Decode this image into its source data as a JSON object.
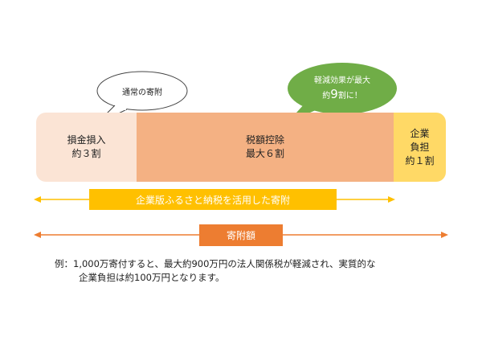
{
  "diagram": {
    "bubble_left": {
      "text": "通常の寄附"
    },
    "bubble_right": {
      "line1": "軽減効果が最大",
      "line2_pre": "約",
      "line2_big": "9",
      "line2_post": "割に！"
    },
    "bar_segments": [
      {
        "line1": "損金損入",
        "line2": "約３割"
      },
      {
        "line1": "税額控除",
        "line2": "最大６割"
      },
      {
        "line1": "企業",
        "line2": "負担",
        "line3": "約１割"
      }
    ],
    "furusato_label": "企業版ふるさと納税を活用した寄附",
    "donation_label": "寄附額",
    "note": {
      "line1": "例：1,000万寄付すると、最大約900万円の法人関係税が軽減され、実質的な",
      "line2": "企業負担は約100万円となります。"
    },
    "colors": {
      "loss_segment": "#fbe4d5",
      "tax_segment": "#f4b183",
      "corp_segment": "#ffd966",
      "furusato_bar": "#ffc000",
      "donation_bar": "#ed7d31",
      "bubble_green": "#70ad47"
    }
  }
}
